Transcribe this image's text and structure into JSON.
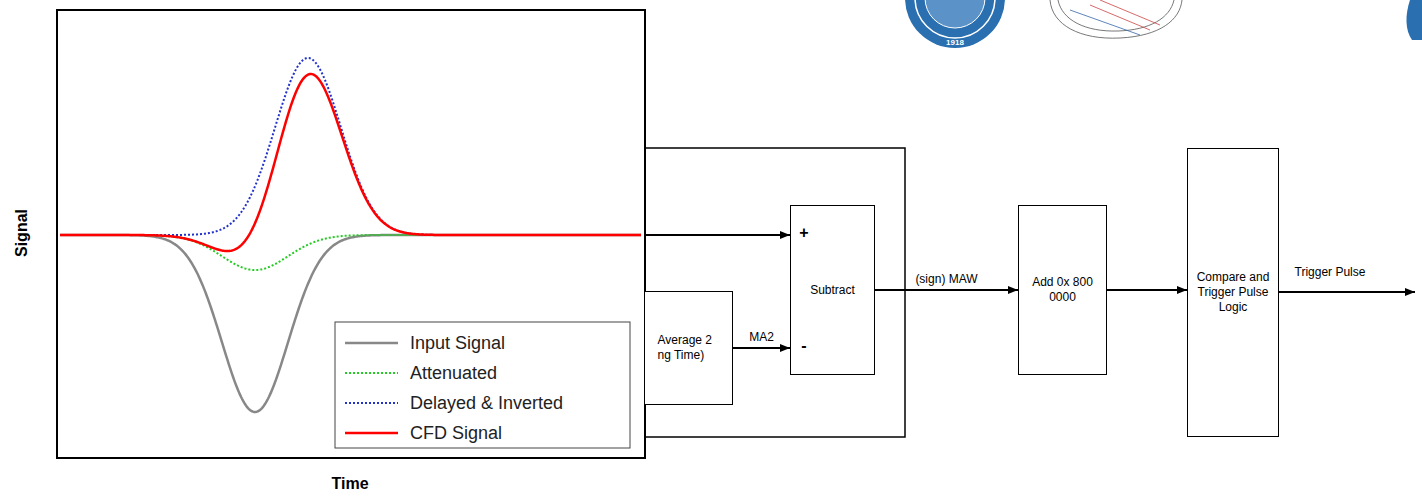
{
  "diagram": {
    "nodes": [
      {
        "text": [
          "Average 2 ng Time)"
        ]
      },
      {
        "text": [
          "Subtract"
        ]
      },
      {
        "text": [
          "Add 0x 800 0000"
        ]
      },
      {
        "text": [
          "Compare and Trigger Pulse Logic"
        ]
      }
    ],
    "edges": [
      {
        "from": 0,
        "to": 1,
        "arrow": "to",
        "label": "MA2"
      },
      {
        "from": 1,
        "to": 2,
        "arrow": "to",
        "label": "(sign) MAW"
      },
      {
        "from": 2,
        "to": 3,
        "arrow": "to"
      }
    ],
    "labels": [
      "+",
      "-",
      "Trigger Pulse",
      "Signal",
      "Time",
      "1918"
    ],
    "legend": [
      {
        "text": "Input Signal"
      },
      {
        "text": "Attenuated"
      },
      {
        "text": "Delayed & Inverted"
      },
      {
        "text": "CFD Signal"
      }
    ]
  }
}
